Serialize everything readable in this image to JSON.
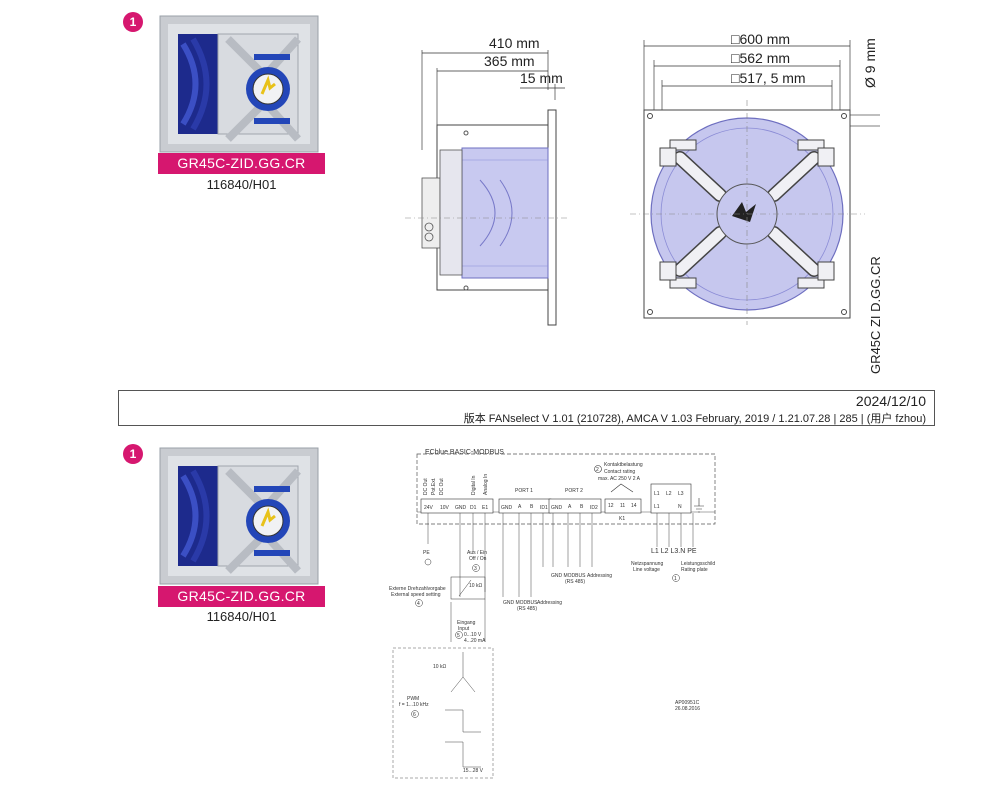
{
  "product": {
    "badge": "1",
    "model": "GR45C-ZID.GG.CR",
    "code": "116840/H01"
  },
  "side_view": {
    "dim_total": "410 mm",
    "dim_body": "365 mm",
    "dim_plate": "15 mm"
  },
  "front_view": {
    "dim_plate": "□600 mm",
    "dim_holes": "□562 mm",
    "dim_inner": "□517, 5 mm",
    "dim_hole_dia": "Ø 9 mm",
    "vertical_label": "GR45C ZI D.GG.CR"
  },
  "info": {
    "date": "2024/12/10",
    "version": "版本 FANselect V 1.01 (210728), AMCA V 1.03 February, 2019 / 1.21.07.28 | 285 | (用户 fzhou)"
  },
  "wiring": {
    "title": "ECblue BASIC-MODBUS",
    "contact_rating_de": "Kontaktbelastung",
    "contact_rating_en": "Contact rating",
    "contact_rating_val": "max. AC 250 V 2 A",
    "port1": "PORT 1",
    "port2": "PORT 2",
    "k1": "K1",
    "relay_terms": [
      "12",
      "11",
      "14"
    ],
    "power_terms": [
      "L1",
      "L2",
      "L3"
    ],
    "power_terms2": [
      "L1",
      "N"
    ],
    "left_terms": [
      "24V",
      "10V",
      "GND",
      "D1",
      "E1"
    ],
    "port1_terms": [
      "GND",
      "A",
      "B",
      "ID1"
    ],
    "port2_terms": [
      "GND",
      "A",
      "B",
      "ID2"
    ],
    "dc_out_labels": [
      "DC Out",
      "Pot.Ext.",
      "DC Out"
    ],
    "digital_in": "Digital In",
    "analog_in": "Analog In",
    "pe": "PE",
    "aus_ein": "Aus / Ein",
    "off_on": "Off / On",
    "circle_3": "3",
    "circle_4": "4",
    "circle_5": "5",
    "circle_6": "6",
    "circle_1": "1",
    "circle_2": "2",
    "kohm10": "10 kΩ",
    "ext_speed_de": "Externe Drehzahlvorgabe",
    "ext_speed_en": "External speed setting",
    "eingang": "Eingang",
    "input": "Input",
    "input_range1": "0...10 V",
    "input_range2": "4...20 mA",
    "gnd_modbus": "GND  MODBUS",
    "rs485": "(RS 485)",
    "addressing": "Addressing",
    "mains_de": "Netzspannung",
    "mains_en": "Line voltage",
    "power_label": "Leistungsschild",
    "rating_plate": "Rating plate",
    "power_bottom": "L1  L2  L3.N  PE",
    "pwm": "PWM",
    "pwm_freq": "f = 1...10 kHz",
    "v15_28": "15...28 V",
    "drawing_no": "AP00951C",
    "drawing_date": "26.08.2016"
  }
}
